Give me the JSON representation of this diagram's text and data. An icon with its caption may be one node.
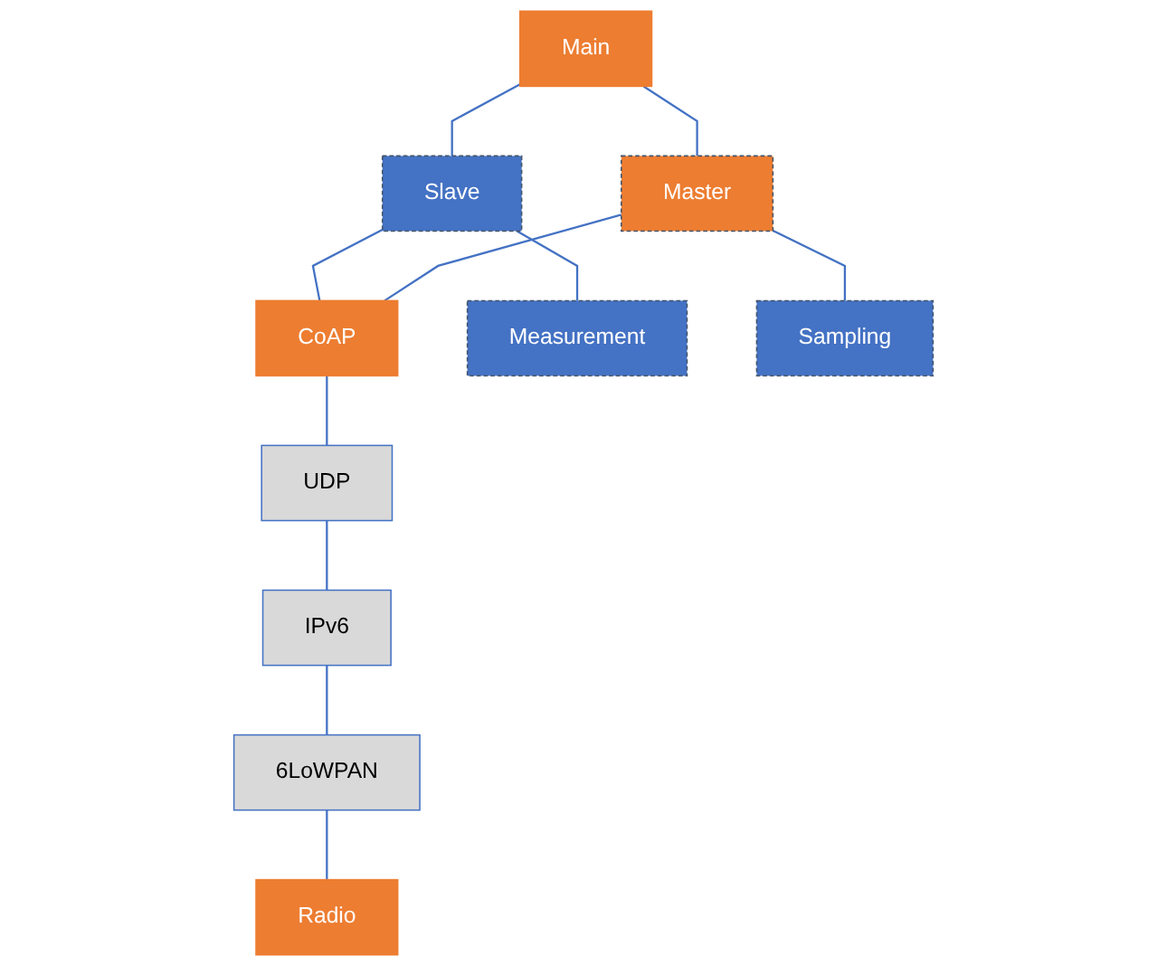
{
  "diagram": {
    "nodes": [
      {
        "text": [
          "Main"
        ]
      },
      {
        "text": [
          "Slave"
        ]
      },
      {
        "text": [
          "Master"
        ]
      },
      {
        "text": [
          "CoAP"
        ]
      },
      {
        "text": [
          "UDP"
        ]
      },
      {
        "text": [
          "IPv6"
        ]
      },
      {
        "text": [
          "6LoWPAN"
        ]
      },
      {
        "text": [
          "Measurement"
        ]
      },
      {
        "text": [
          "Radio"
        ]
      },
      {
        "text": [
          "Sampling"
        ]
      }
    ],
    "edges": [
      {
        "from": 0,
        "to": 1,
        "arrow": "none"
      },
      {
        "from": 0,
        "to": 2,
        "arrow": "none"
      },
      {
        "from": 1,
        "to": 3,
        "arrow": "none"
      },
      {
        "from": 2,
        "to": 3,
        "arrow": "none"
      },
      {
        "from": 1,
        "to": 7,
        "arrow": "none"
      },
      {
        "from": 2,
        "to": 9,
        "arrow": "none"
      },
      {
        "from": 3,
        "to": 4,
        "arrow": "none"
      },
      {
        "from": 4,
        "to": 5,
        "arrow": "none"
      },
      {
        "from": 5,
        "to": 6,
        "arrow": "none"
      },
      {
        "from": 6,
        "to": 8,
        "arrow": "none"
      }
    ]
  }
}
